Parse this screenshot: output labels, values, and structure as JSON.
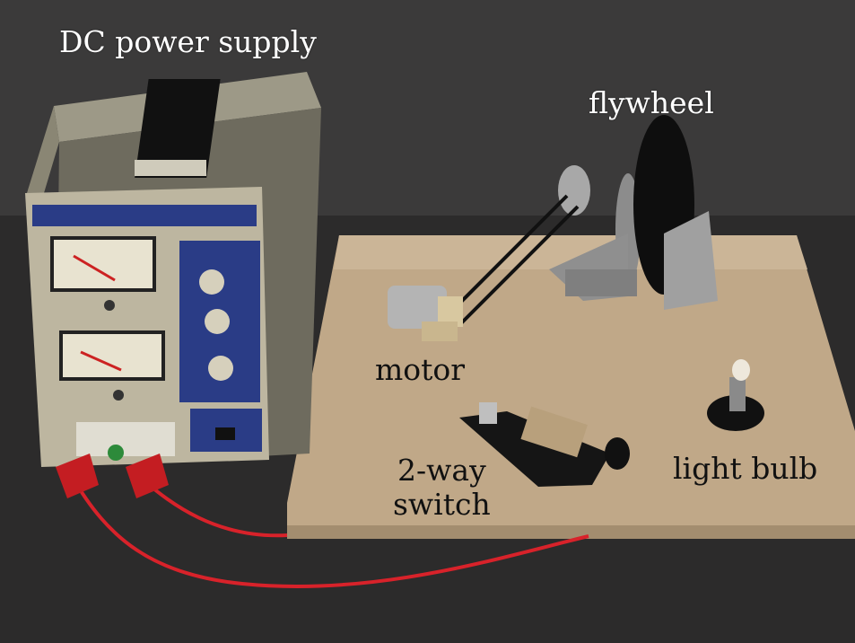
{
  "labels": {
    "dc_power_supply": "DC power supply",
    "flywheel": "flywheel",
    "motor": "motor",
    "switch_line1": "2-way",
    "switch_line2": "switch",
    "light_bulb": "light bulb"
  },
  "colors": {
    "background": "#2e2d2d",
    "board": "#c2a98c",
    "supply_body": "#b8b29c",
    "panel_blue": "#2a3c86",
    "wire_red": "#d8222a",
    "label_white": "#ffffff",
    "label_dark": "#111111"
  }
}
